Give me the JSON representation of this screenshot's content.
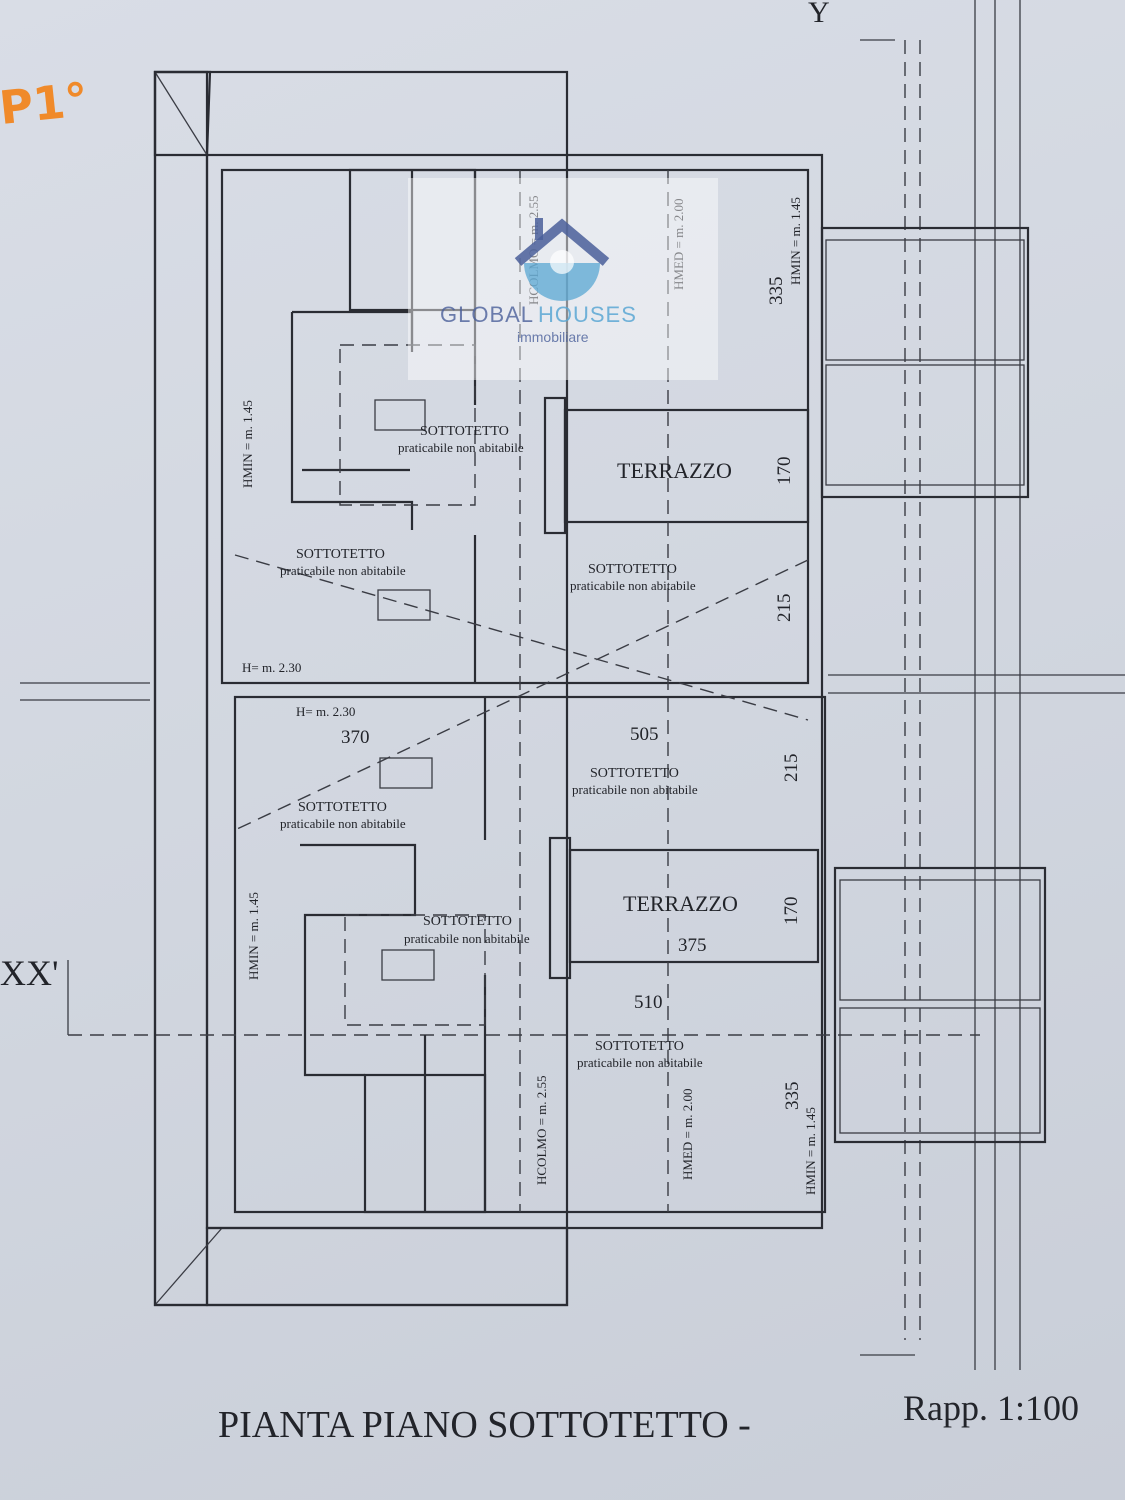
{
  "annotation": {
    "handwritten": "P1°",
    "color": "#f08a2a"
  },
  "title": "PIANTA PIANO SOTTOTETTO -",
  "scale": "Rapp. 1:100",
  "watermark": {
    "brand_a": "GLOBAL",
    "brand_b": "HOUSES",
    "tagline": "immobiliare",
    "color_a": "#4a5f9a",
    "color_b": "#5aa7d3"
  },
  "section_marks": {
    "left": "XX'",
    "top": "Y"
  },
  "rooms": {
    "sottotetto": "SOTTOTETTO",
    "praticabile": "praticabile non abitabile",
    "terrazzo": "TERRAZZO"
  },
  "heights": {
    "hcolmo": "HCOLMO = m. 2.55",
    "hmed": "HMED = m. 2.00",
    "hmin": "HMIN = m. 1.45",
    "h230": "H= m. 2.30"
  },
  "dimensions": {
    "d335": "335",
    "d170": "170",
    "d215": "215",
    "d370": "370",
    "d505": "505",
    "d375": "375",
    "d510": "510"
  }
}
